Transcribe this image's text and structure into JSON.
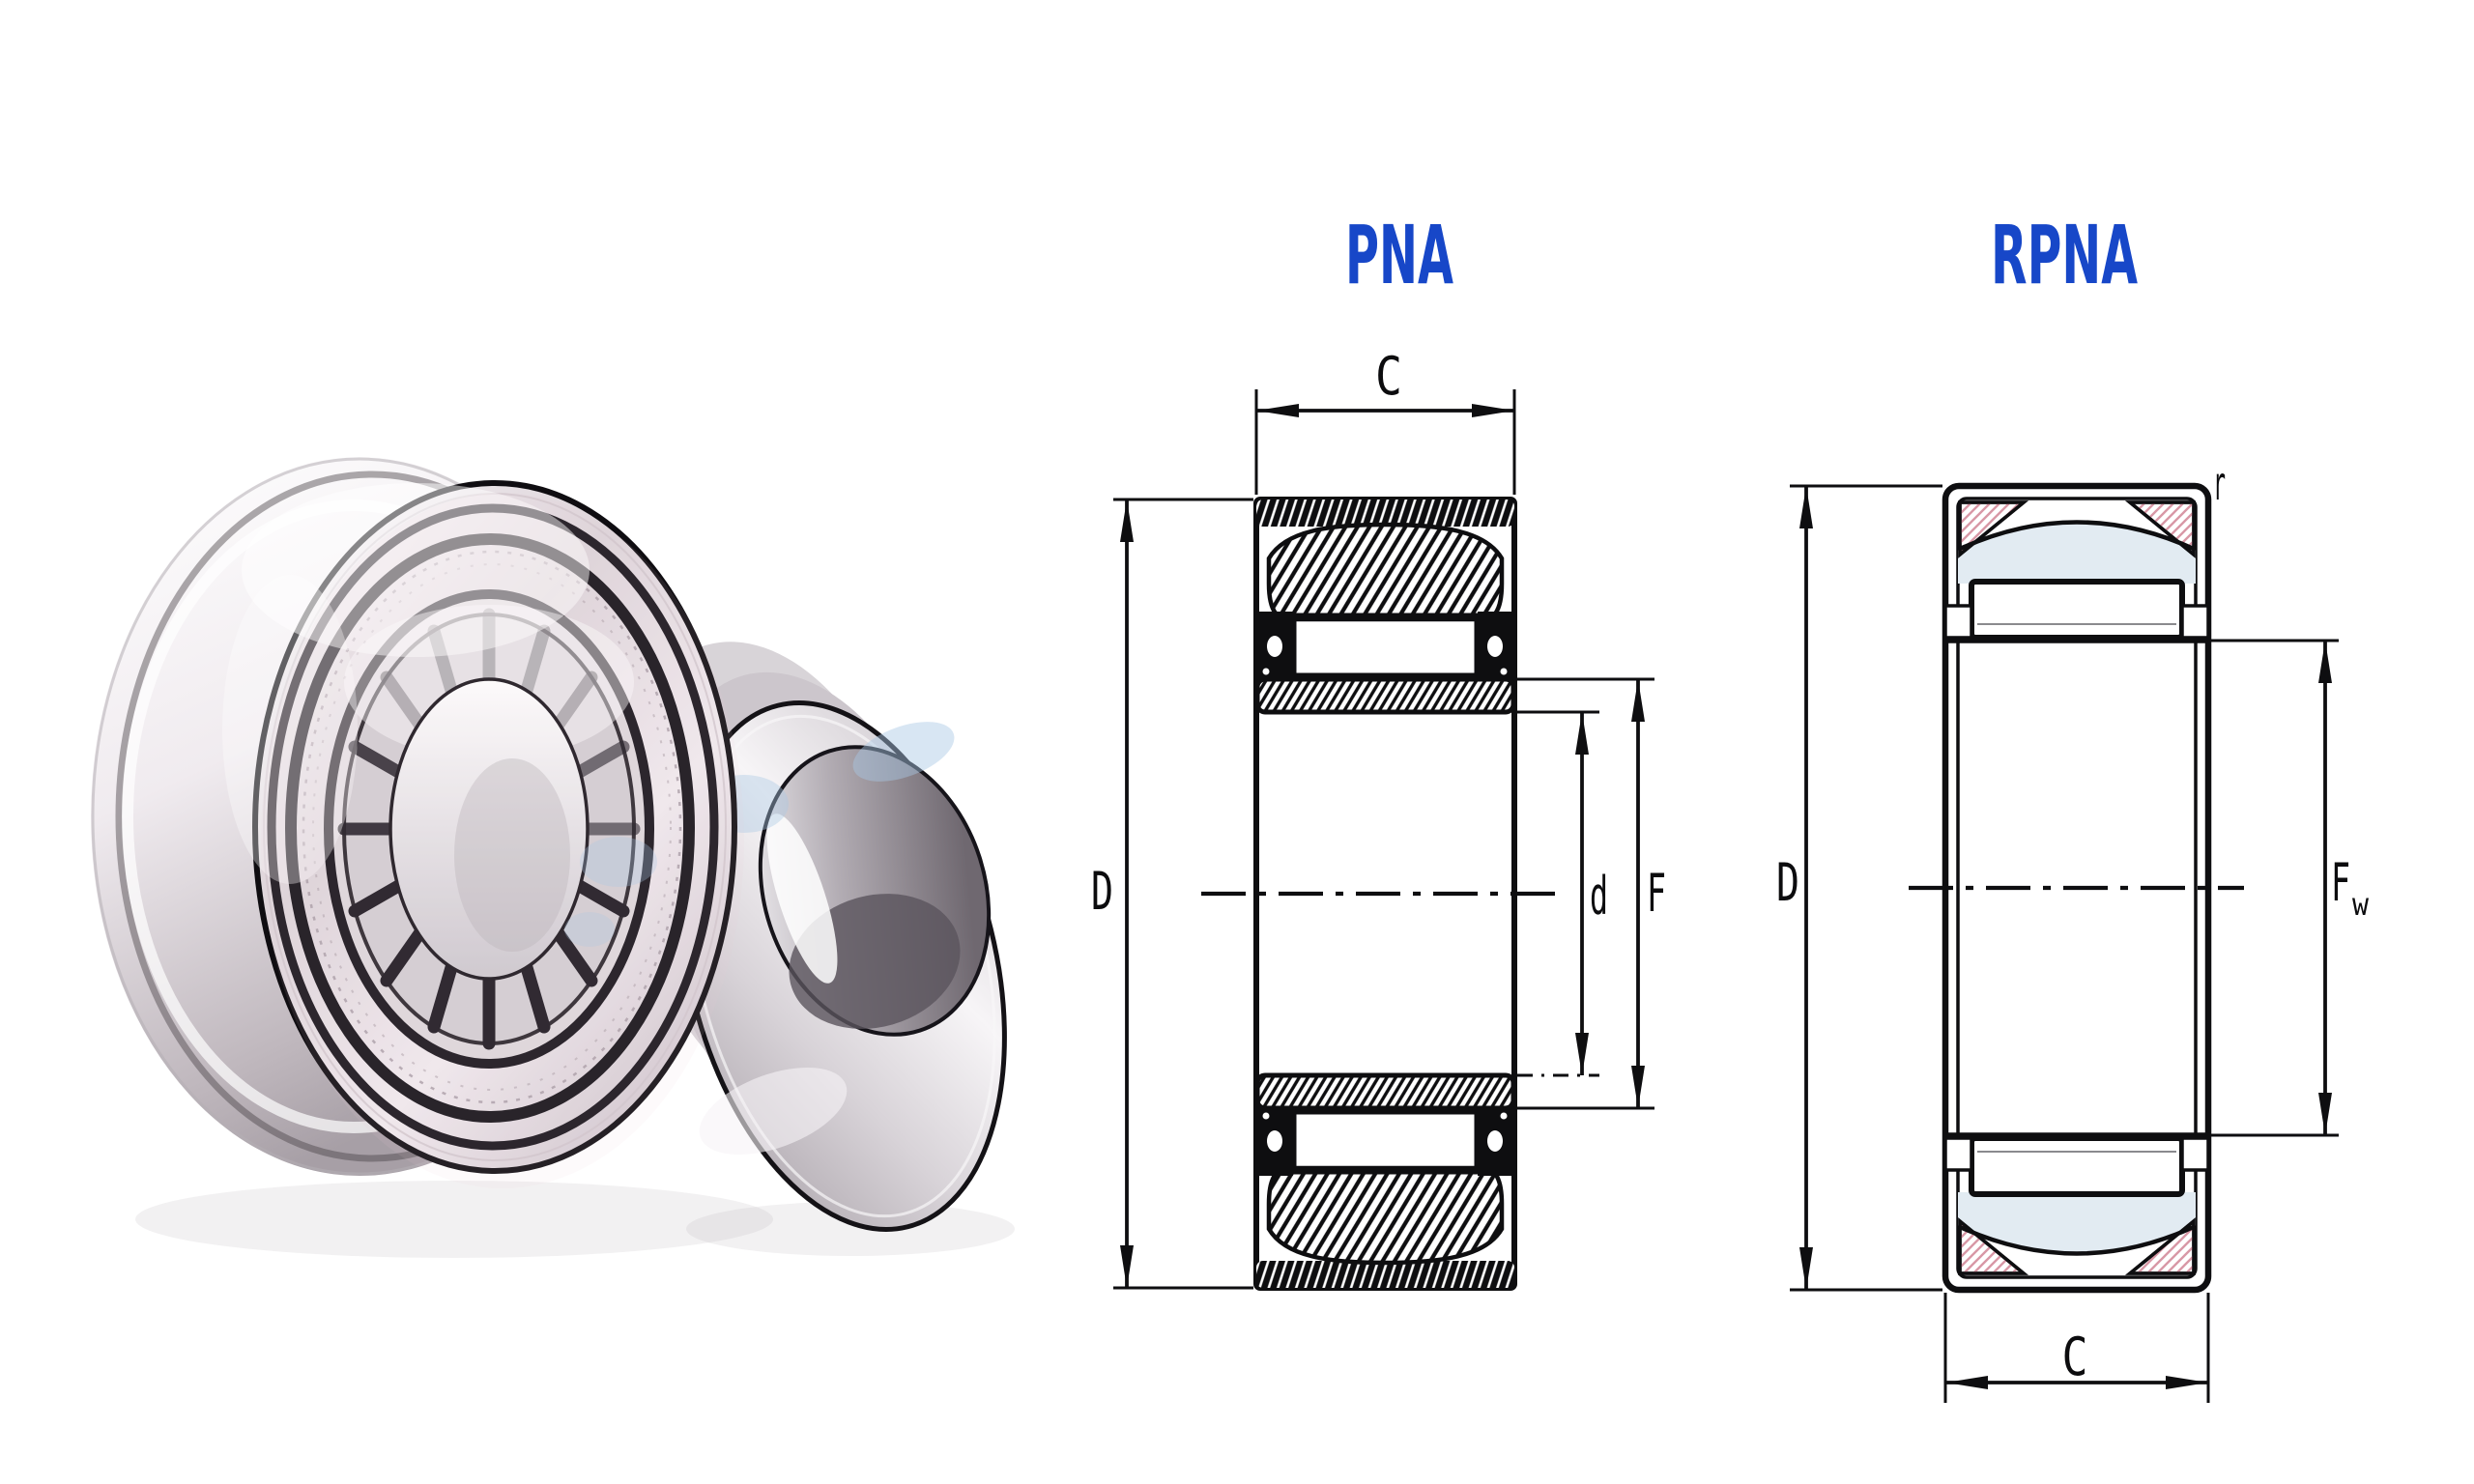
{
  "diagrams": {
    "pna": {
      "title": "PNA",
      "dim_width": "C",
      "dim_outer_diameter": "D",
      "dim_bore": "d",
      "dim_raceway": "F"
    },
    "rpna": {
      "title": "RPNA",
      "dim_outer_diameter": "D",
      "dim_corner_radius": "r",
      "dim_roller_inscribed": "F",
      "dim_roller_inscribed_sub": "w",
      "dim_width": "C"
    }
  },
  "colors": {
    "title_blue": "#1747c8",
    "line_black": "#0e0e10",
    "roller_zone": "#e2ebf2",
    "hatch_pink": "#d898a6",
    "watermark_blue": "#a9c8e4"
  }
}
